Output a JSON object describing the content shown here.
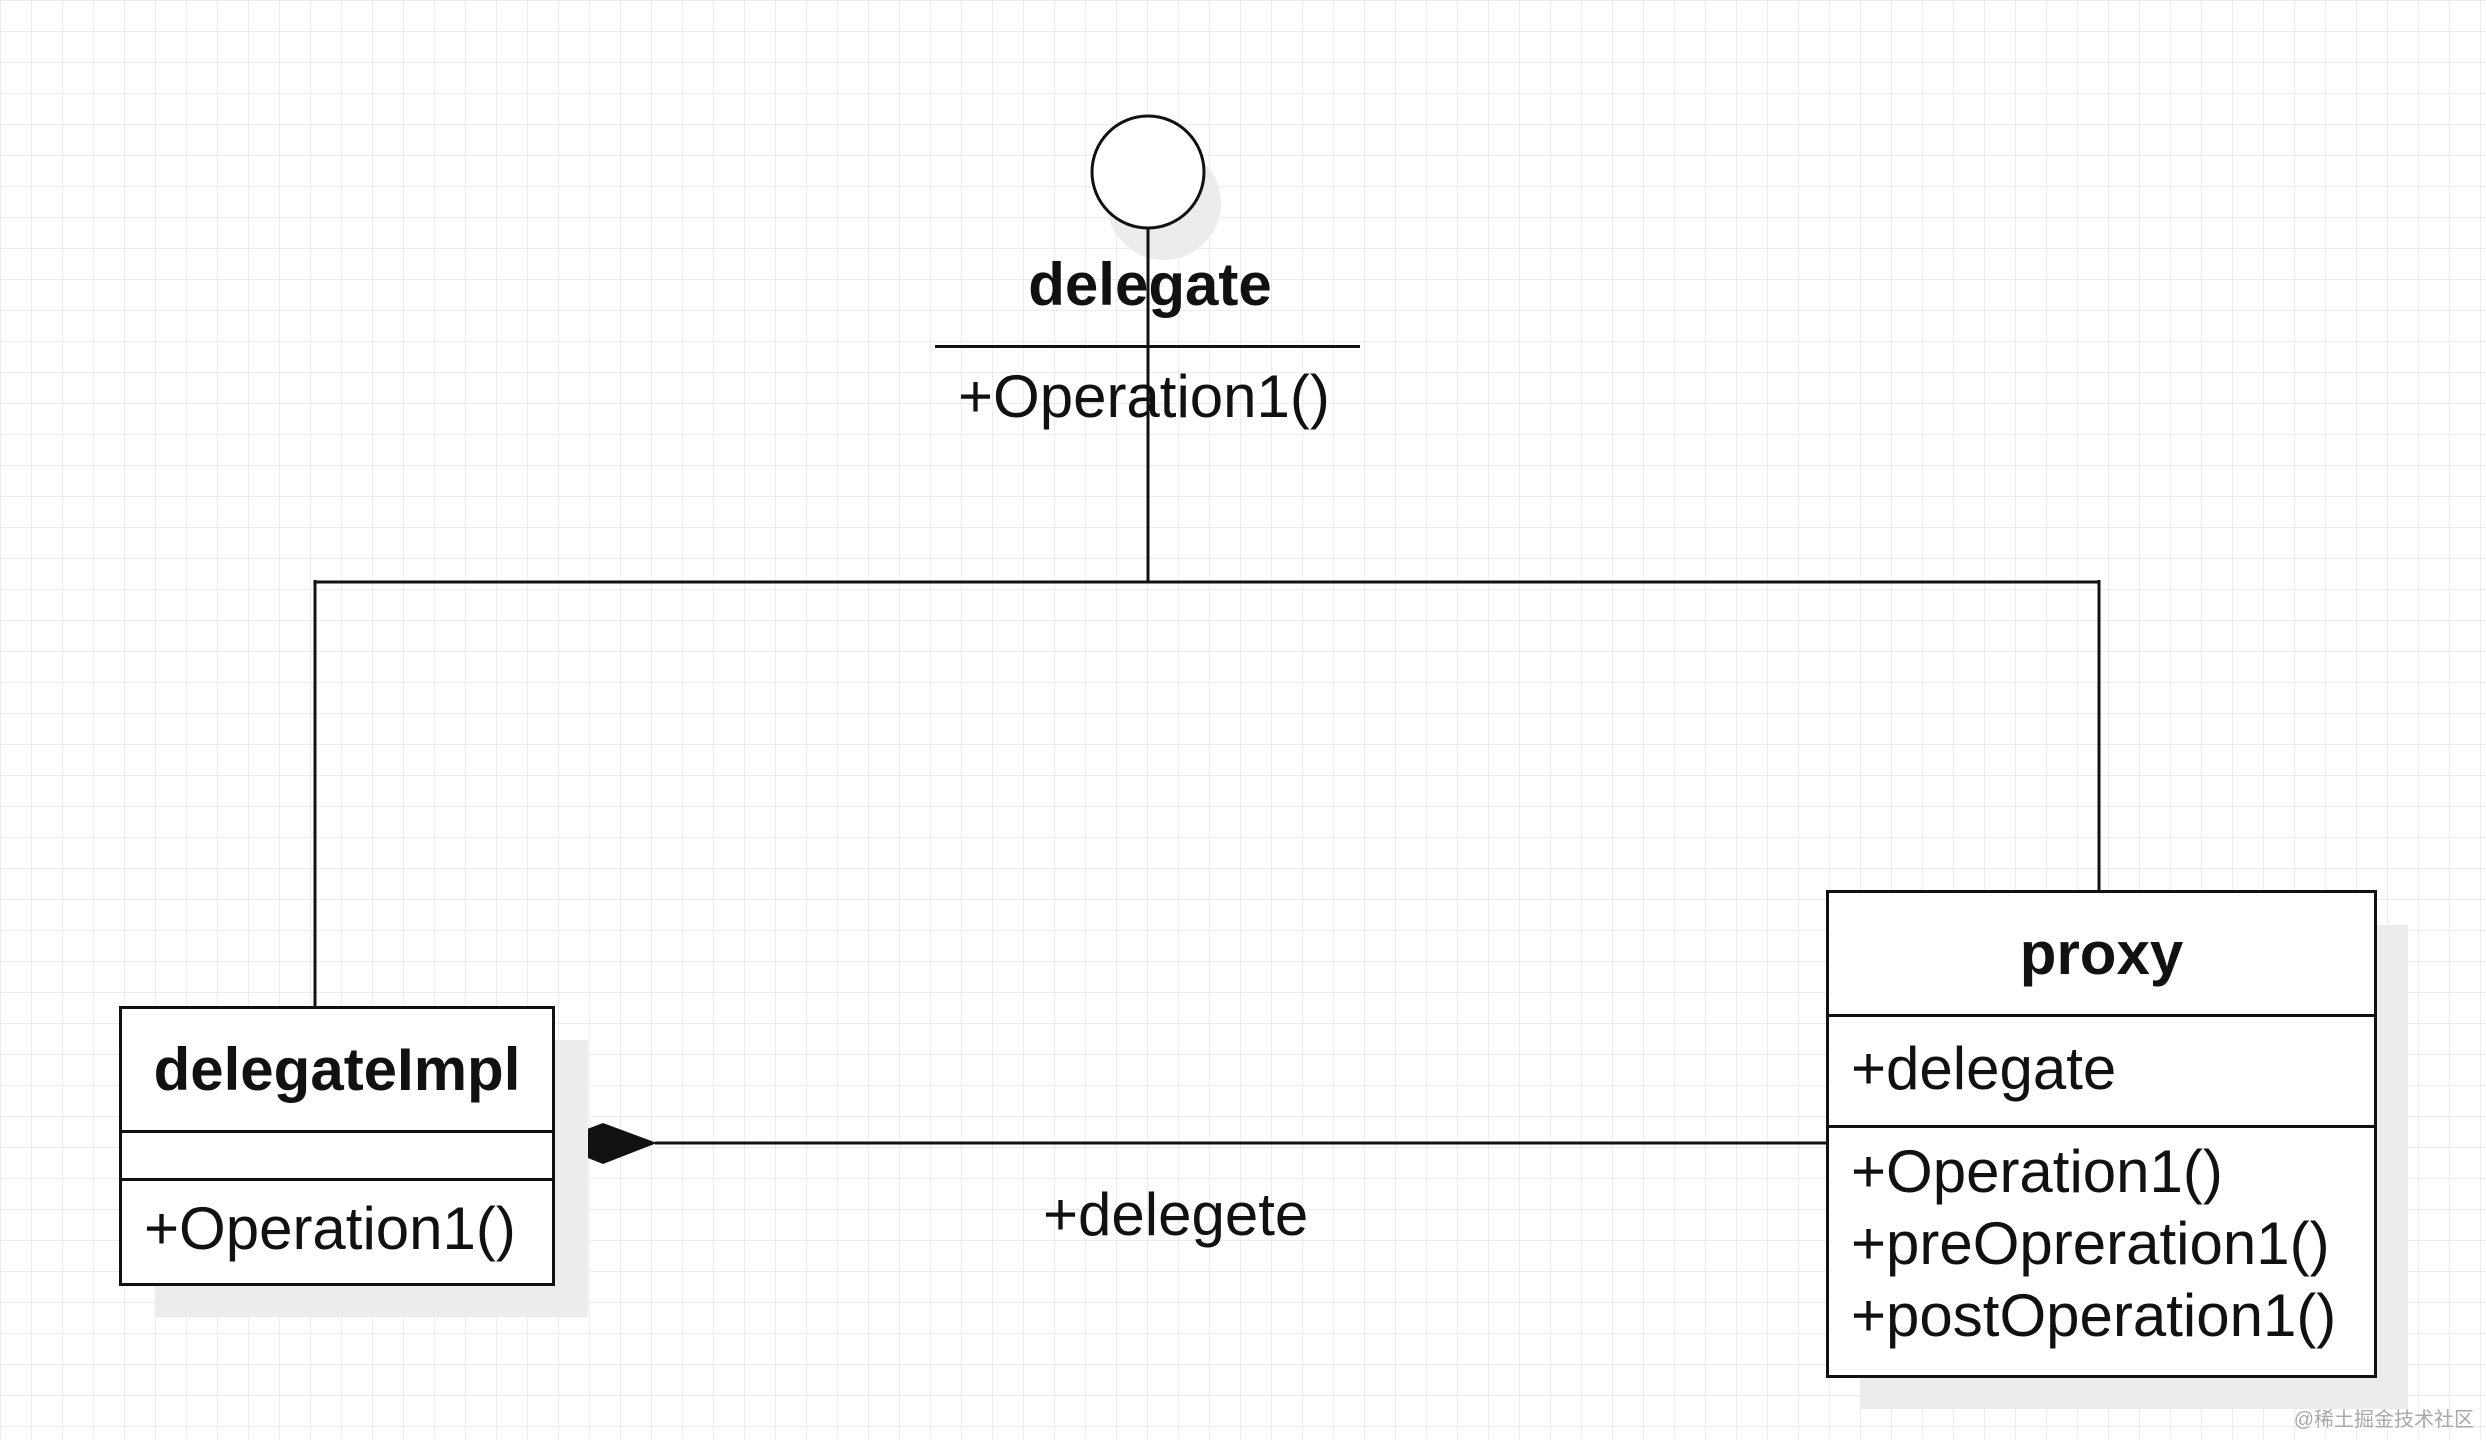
{
  "interface": {
    "name": "delegate",
    "operations": [
      "+Operation1()"
    ]
  },
  "classes": {
    "delegateImpl": {
      "name": "delegateImpl",
      "attributes": [],
      "operations": [
        "+Operation1()"
      ]
    },
    "proxy": {
      "name": "proxy",
      "attributes": [
        "+delegate"
      ],
      "operations": [
        "+Operation1()",
        "+preOpreration1()",
        "+postOperation1()"
      ]
    }
  },
  "association": {
    "label": "+delegete",
    "type": "composition"
  },
  "watermark": "@稀土掘金技术社区",
  "colors": {
    "line": "#111111",
    "grid": "#ececec",
    "shadow": "#ececec"
  }
}
